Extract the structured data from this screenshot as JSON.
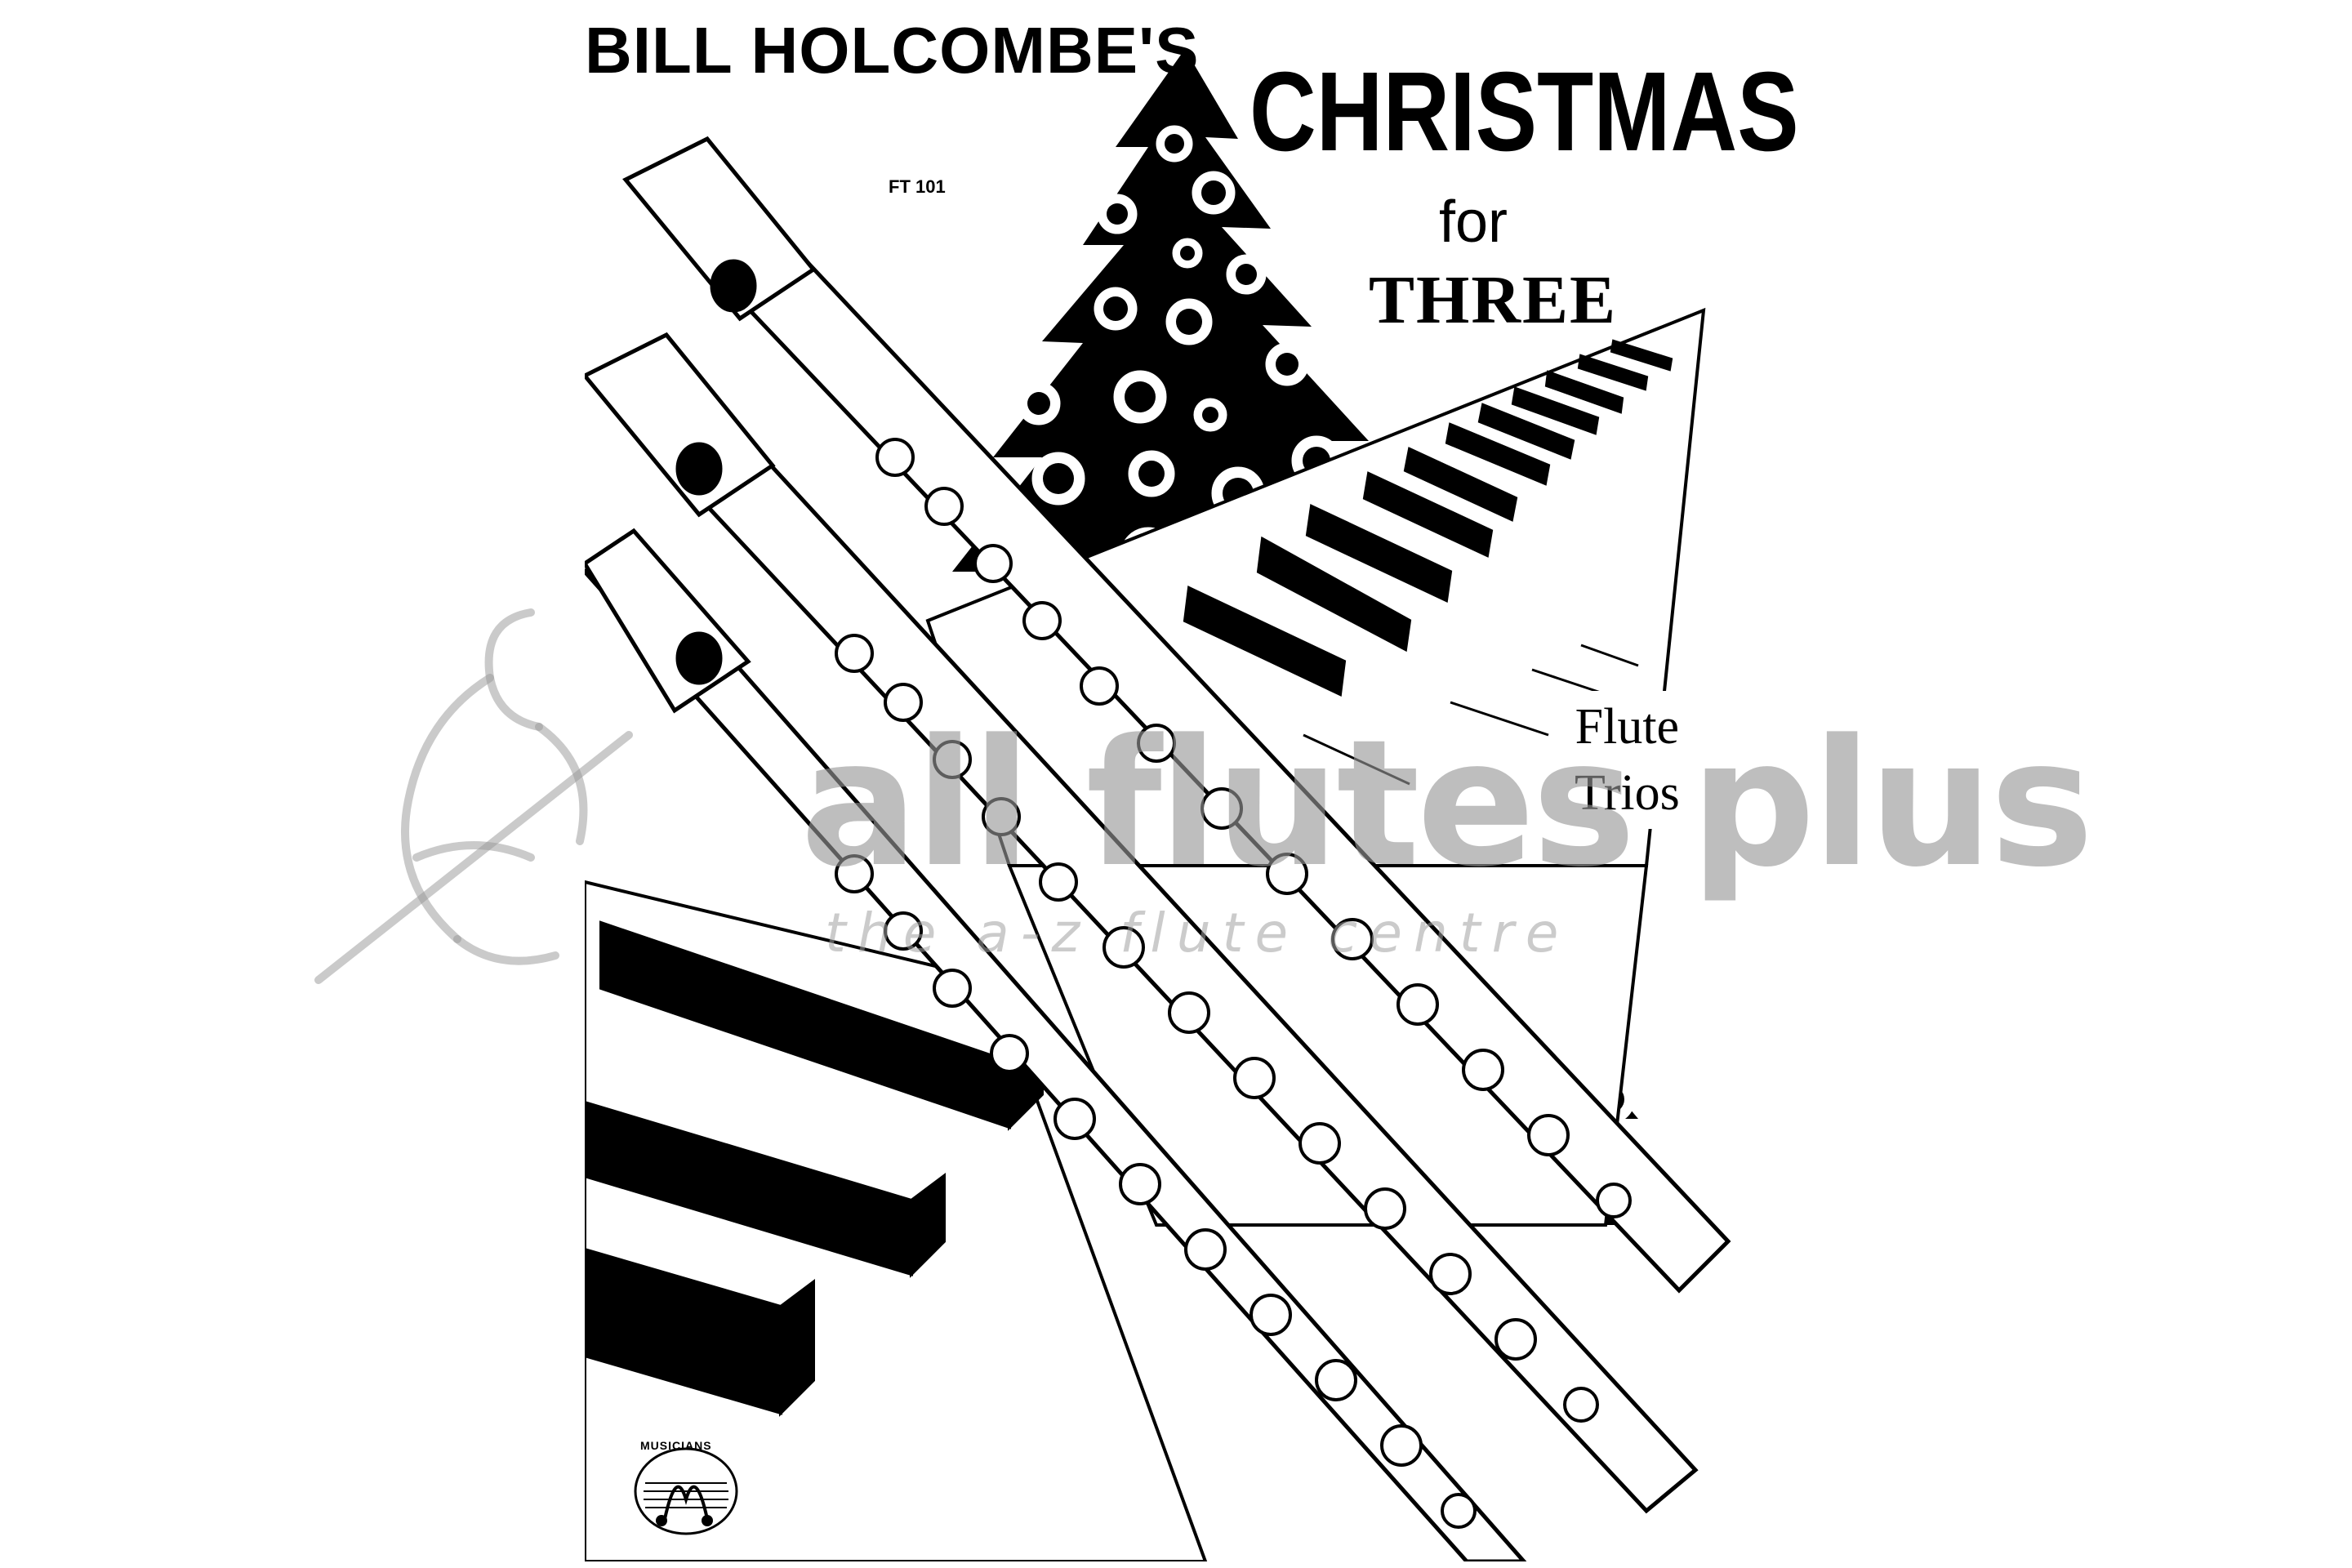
{
  "cover": {
    "author": "BILL HOLCOMBE'S",
    "title": "CHRISTMAS",
    "title_for": "for",
    "title_three": "THREE",
    "catalog_number": "FT 101",
    "subtitle_line1": "Flute",
    "subtitle_line2": "Trios",
    "publisher_logo_text": "MUSICIANS"
  },
  "watermark": {
    "brand": "all flutes plus",
    "tagline": "the a-z flute centre",
    "color": "#969696"
  },
  "colors": {
    "ink": "#000000",
    "paper": "#ffffff"
  },
  "icons": {
    "watermark_logo": "flute-player-silhouette-icon",
    "publisher_logo": "music-staff-logo-icon"
  }
}
